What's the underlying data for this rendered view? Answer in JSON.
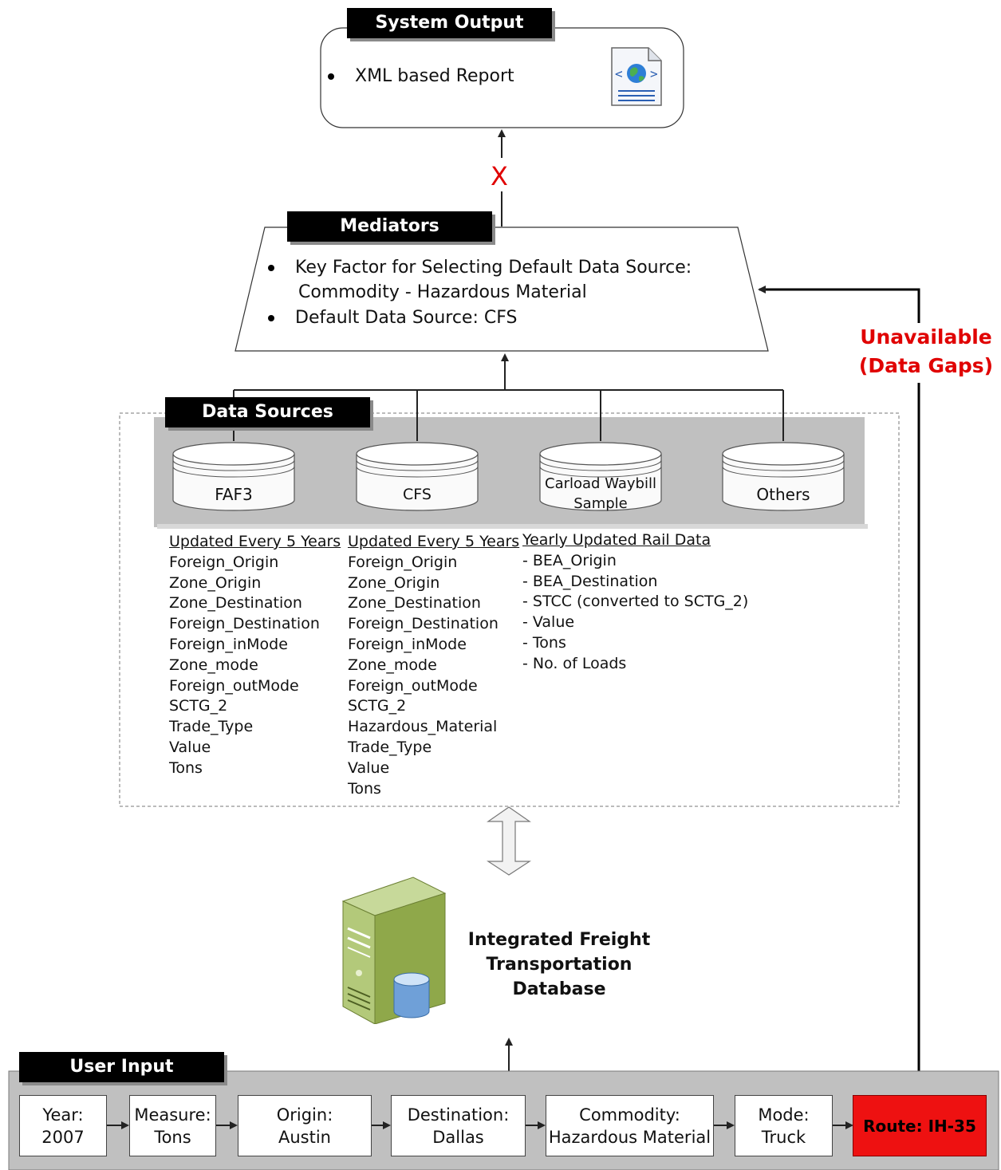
{
  "system_output": {
    "header": "System Output",
    "bullet": "XML based Report",
    "icon": "xml-report-icon"
  },
  "blocked_marker": "X",
  "mediators": {
    "header": "Mediators",
    "bullet1_line1": "Key Factor for Selecting Default Data Source:",
    "bullet1_line2": "Commodity - Hazardous Material",
    "bullet2": "Default Data Source: CFS"
  },
  "feedback_label": {
    "line1": "Unavailable",
    "line2": "(Data Gaps)"
  },
  "data_sources": {
    "header": "Data Sources",
    "sources": [
      "FAF3",
      "CFS",
      "Carload Waybill",
      "Sample",
      "Others"
    ],
    "faf3": {
      "heading": "Updated Every 5 Years",
      "fields": [
        "Foreign_Origin",
        "Zone_Origin",
        "Zone_Destination",
        "Foreign_Destination",
        "Foreign_inMode",
        "Zone_mode",
        "Foreign_outMode",
        "SCTG_2",
        "Trade_Type",
        "Value",
        "Tons"
      ]
    },
    "cfs": {
      "heading": "Updated Every 5 Years",
      "fields": [
        "Foreign_Origin",
        "Zone_Origin",
        "Zone_Destination",
        "Foreign_Destination",
        "Foreign_inMode",
        "Zone_mode",
        "Foreign_outMode",
        "SCTG_2",
        "Hazardous_Material",
        "Trade_Type",
        "Value",
        "Tons"
      ]
    },
    "waybill": {
      "heading": "Yearly Updated Rail Data",
      "fields": [
        "- BEA_Origin",
        "- BEA_Destination",
        "- STCC (converted to SCTG_2)",
        "- Value",
        "- Tons",
        "- No. of Loads"
      ]
    }
  },
  "database": {
    "line1": "Integrated Freight",
    "line2": "Transportation Database",
    "icon": "server-database-icon"
  },
  "user_input": {
    "header": "User Input",
    "items": [
      {
        "l1": "Year:",
        "l2": "2007"
      },
      {
        "l1": "Measure:",
        "l2": "Tons"
      },
      {
        "l1": "Origin:",
        "l2": "Austin"
      },
      {
        "l1": "Destination:",
        "l2": "Dallas"
      },
      {
        "l1": "Commodity:",
        "l2": "Hazardous Material"
      },
      {
        "l1": "Mode:",
        "l2": "Truck"
      },
      {
        "l1": "Route: IH-35",
        "l2": ""
      }
    ]
  },
  "colors": {
    "route_box": "#ee1111",
    "alert_text": "#e00000",
    "panel_gray": "#c0c0c0"
  }
}
